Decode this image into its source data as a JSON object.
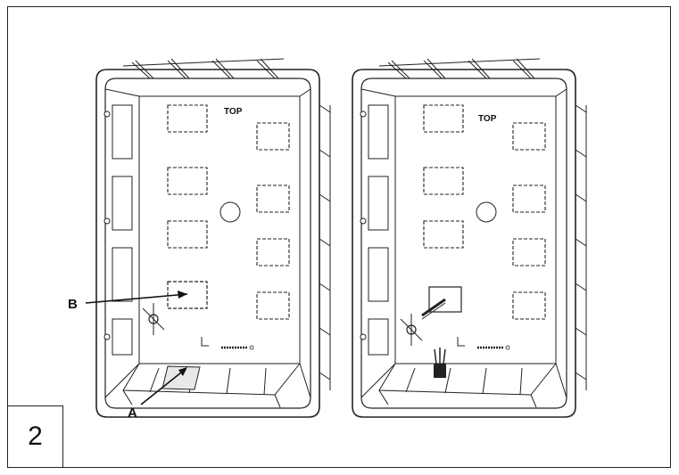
{
  "figure": {
    "number": "2"
  },
  "callouts": {
    "a": "A",
    "b": "B"
  },
  "box_left": {
    "top_label": "TOP"
  },
  "box_right": {
    "top_label": "TOP"
  },
  "colors": {
    "line": "#222222",
    "fill": "#ffffff",
    "shade": "#e8e8e8"
  },
  "icons": [
    "screw-icon",
    "cable-gland-icon",
    "wire-bundle-icon"
  ]
}
